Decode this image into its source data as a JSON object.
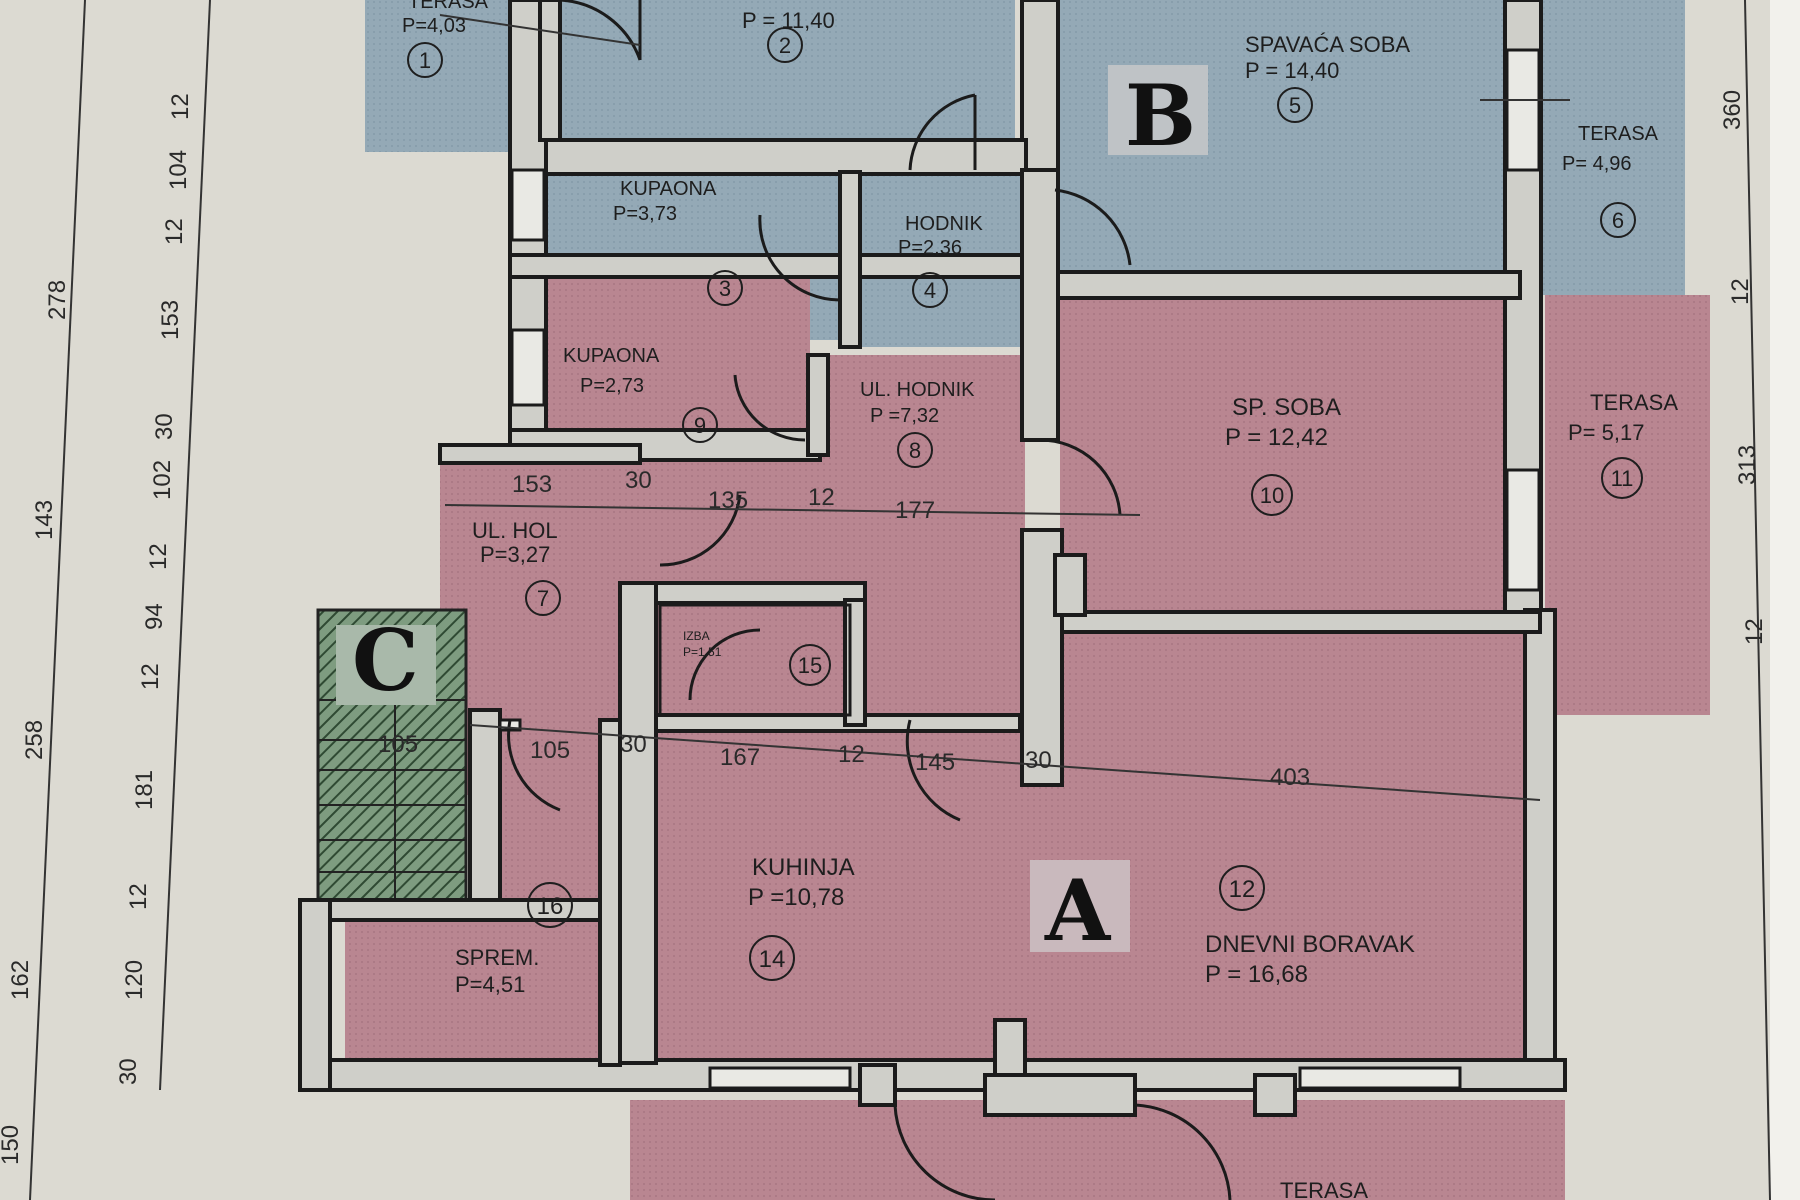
{
  "colors": {
    "paper": "#dcdad2",
    "unit_a": "#b98691",
    "unit_b": "#94a9b6",
    "unit_c": "#6b8a6e",
    "wall": "#cfcfc9",
    "ink": "#1e1e1e"
  },
  "units": {
    "a": {
      "letter": "A"
    },
    "b": {
      "letter": "B"
    },
    "c": {
      "letter": "C"
    }
  },
  "rooms": [
    {
      "id": "r1",
      "name": "TERASA",
      "area": "P=4,03",
      "number": "1"
    },
    {
      "id": "r2",
      "name": "",
      "area": "P = 11,40",
      "number": "2"
    },
    {
      "id": "r3",
      "name": "KUPAONA",
      "area": "P=3,73",
      "number": "3"
    },
    {
      "id": "r4",
      "name": "HODNIK",
      "area": "P=2,36",
      "number": "4"
    },
    {
      "id": "r5",
      "name": "SPAVAĆA SOBA",
      "area": "P = 14,40",
      "number": "5"
    },
    {
      "id": "r6",
      "name": "TERASA",
      "area": "P= 4,96",
      "number": "6"
    },
    {
      "id": "r7",
      "name": "UL. HOL",
      "area": "P=3,27",
      "number": "7"
    },
    {
      "id": "r8",
      "name": "UL. HODNIK",
      "area": "P =7,32",
      "number": "8"
    },
    {
      "id": "r9",
      "name": "KUPAONA",
      "area": "P=2,73",
      "number": "9"
    },
    {
      "id": "r10",
      "name": "SP. SOBA",
      "area": "P = 12,42",
      "number": "10"
    },
    {
      "id": "r11",
      "name": "TERASA",
      "area": "P= 5,17",
      "number": "11"
    },
    {
      "id": "r12",
      "name": "DNEVNI BORAVAK",
      "area": "P = 16,68",
      "number": "12"
    },
    {
      "id": "r14",
      "name": "KUHINJA",
      "area": "P =10,78",
      "number": "14"
    },
    {
      "id": "r15",
      "name": "IZBA",
      "area": "P=1,51",
      "number": "15"
    },
    {
      "id": "r16",
      "name": "SPREM.",
      "area": "P=4,51",
      "number": "16"
    },
    {
      "id": "r17",
      "name": "TERASA",
      "area": "",
      "number": ""
    }
  ],
  "dimensions": {
    "left_outer": [
      "278",
      "143",
      "258",
      "162"
    ],
    "left_inner": [
      "12",
      "104",
      "12",
      "153",
      "30",
      "102",
      "12",
      "94",
      "12",
      "181",
      "12",
      "120",
      "30"
    ],
    "bottom_left": "150",
    "right": [
      "360",
      "12",
      "313",
      "12"
    ],
    "row1": [
      "153",
      "30",
      "135",
      "12",
      "177"
    ],
    "row2": [
      "105",
      "105",
      "30",
      "167",
      "12",
      "145",
      "30",
      "403"
    ]
  }
}
